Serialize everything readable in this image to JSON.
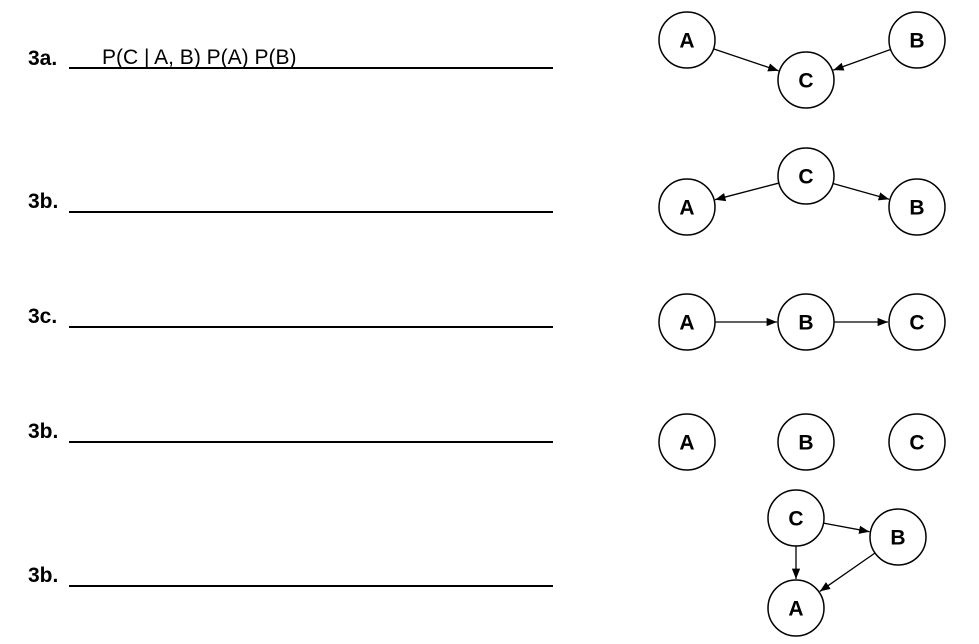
{
  "questions": [
    {
      "label": "3a.",
      "answer": "P(C | A, B) P(A) P(B)"
    },
    {
      "label": "3b.",
      "answer": ""
    },
    {
      "label": "3c.",
      "answer": ""
    },
    {
      "label": "3b.",
      "answer": ""
    },
    {
      "label": "3b.",
      "answer": ""
    }
  ],
  "graphs": [
    {
      "nodes": [
        {
          "id": "A",
          "label": "A"
        },
        {
          "id": "B",
          "label": "B"
        },
        {
          "id": "C",
          "label": "C"
        }
      ],
      "edges": [
        {
          "from": "A",
          "to": "C"
        },
        {
          "from": "B",
          "to": "C"
        }
      ]
    },
    {
      "nodes": [
        {
          "id": "C",
          "label": "C"
        },
        {
          "id": "A",
          "label": "A"
        },
        {
          "id": "B",
          "label": "B"
        }
      ],
      "edges": [
        {
          "from": "C",
          "to": "A"
        },
        {
          "from": "C",
          "to": "B"
        }
      ]
    },
    {
      "nodes": [
        {
          "id": "A",
          "label": "A"
        },
        {
          "id": "B",
          "label": "B"
        },
        {
          "id": "C",
          "label": "C"
        }
      ],
      "edges": [
        {
          "from": "A",
          "to": "B"
        },
        {
          "from": "B",
          "to": "C"
        }
      ]
    },
    {
      "nodes": [
        {
          "id": "A",
          "label": "A"
        },
        {
          "id": "B",
          "label": "B"
        },
        {
          "id": "C",
          "label": "C"
        }
      ],
      "edges": []
    },
    {
      "nodes": [
        {
          "id": "C",
          "label": "C"
        },
        {
          "id": "B",
          "label": "B"
        },
        {
          "id": "A",
          "label": "A"
        }
      ],
      "edges": [
        {
          "from": "C",
          "to": "B"
        },
        {
          "from": "C",
          "to": "A"
        },
        {
          "from": "B",
          "to": "A"
        }
      ]
    }
  ]
}
